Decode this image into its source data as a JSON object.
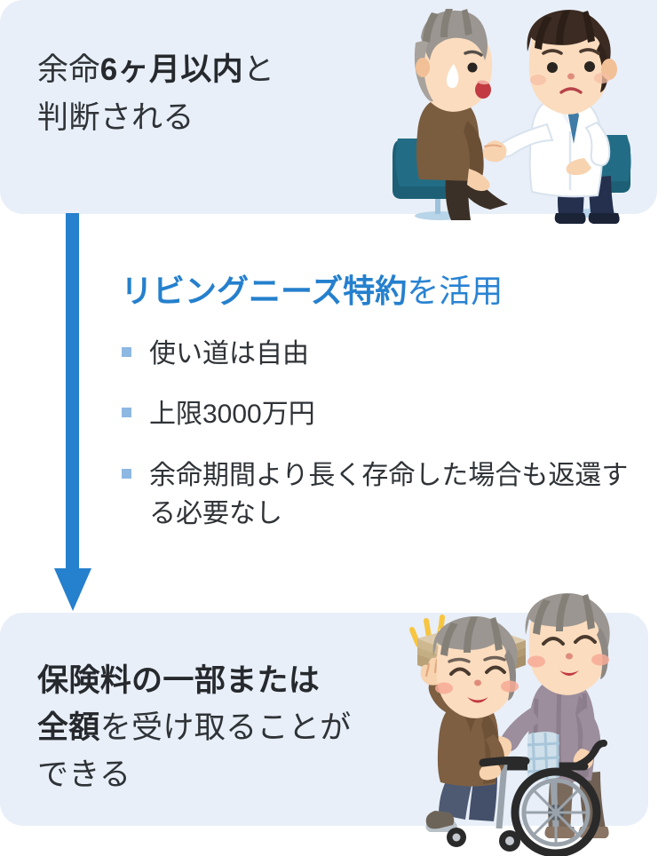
{
  "colors": {
    "panel_bg": "#e8eff9",
    "accent_blue": "#2580cd",
    "heading_blue": "#2a83d2",
    "bullet_blue": "#8db8e2",
    "text_dark": "#2f3337",
    "page_bg": "#ffffff"
  },
  "top_panel": {
    "line1_plain_a": "余命",
    "line1_strong": "6ヶ月以内",
    "line1_plain_b": "と",
    "line2": "判断される",
    "full_text": "余命 6ヶ月以内と判断される"
  },
  "arrow": {
    "direction": "down",
    "color": "#2580cd",
    "label": "flow-arrow-down"
  },
  "middle": {
    "heading_strong": "リビングニーズ特約",
    "heading_plain": "を活用",
    "heading_full": "リビングニーズ特約を活用",
    "bullets": [
      {
        "text": "使い道は自由"
      },
      {
        "text": "上限3000万円"
      },
      {
        "text": "余命期間より長く存命した場合も返還する必要なし"
      }
    ]
  },
  "bottom_panel": {
    "line1_strong": "保険料の一部または",
    "line2_strong": "全額",
    "line2_plain": "を受け取ることが",
    "line3": "できる",
    "full_text": "保険料の一部または全額を受け取ることができる"
  },
  "illustrations": {
    "top_right": {
      "name": "doctor-and-elderly-patient-illustration",
      "description": "医師と高齢の患者が椅子に座って話している"
    },
    "bottom_right": {
      "name": "elderly-couple-wheelchair-money-illustration",
      "description": "車椅子の高齢男性と付き添う女性、札束"
    }
  }
}
